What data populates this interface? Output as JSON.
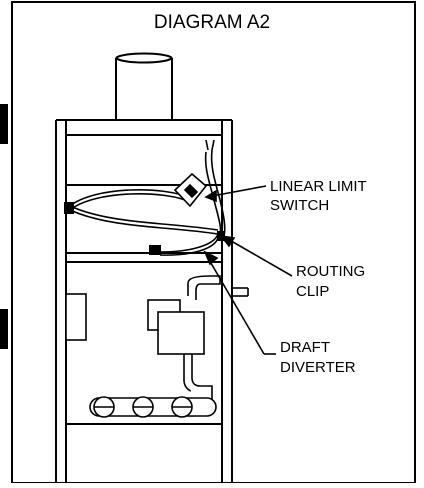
{
  "diagram": {
    "title": "DIAGRAM A2",
    "callouts": {
      "linear_limit_switch": {
        "line1": "LINEAR LIMIT",
        "line2": "SWITCH"
      },
      "routing_clip": {
        "line1": "ROUTING",
        "line2": "CLIP"
      },
      "draft_diverter": {
        "line1": "DRAFT",
        "line2": "DIVERTER"
      }
    },
    "colors": {
      "ink": "#000000",
      "background": "#ffffff"
    }
  }
}
